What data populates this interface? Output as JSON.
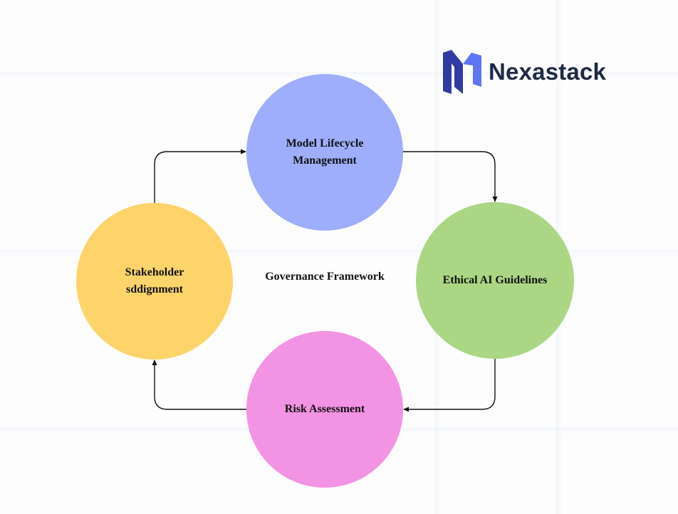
{
  "brand": {
    "name": "Nexastack",
    "colors": {
      "dark": "#2f3aa3",
      "light": "#5e74f3",
      "text": "#1f2a44"
    }
  },
  "diagram": {
    "center_label": "Governance Framework",
    "nodes": [
      {
        "id": "top",
        "label": "Model Lifecycle\nManagement",
        "color": "#9eaefc"
      },
      {
        "id": "right",
        "label": "Ethical AI Guidelines",
        "color": "#abd785"
      },
      {
        "id": "bottom",
        "label": "Risk Assessment",
        "color": "#f293e3"
      },
      {
        "id": "left",
        "label": "Stakeholder\nsddignment",
        "color": "#fdd46a"
      }
    ],
    "flow_direction": "clockwise"
  }
}
